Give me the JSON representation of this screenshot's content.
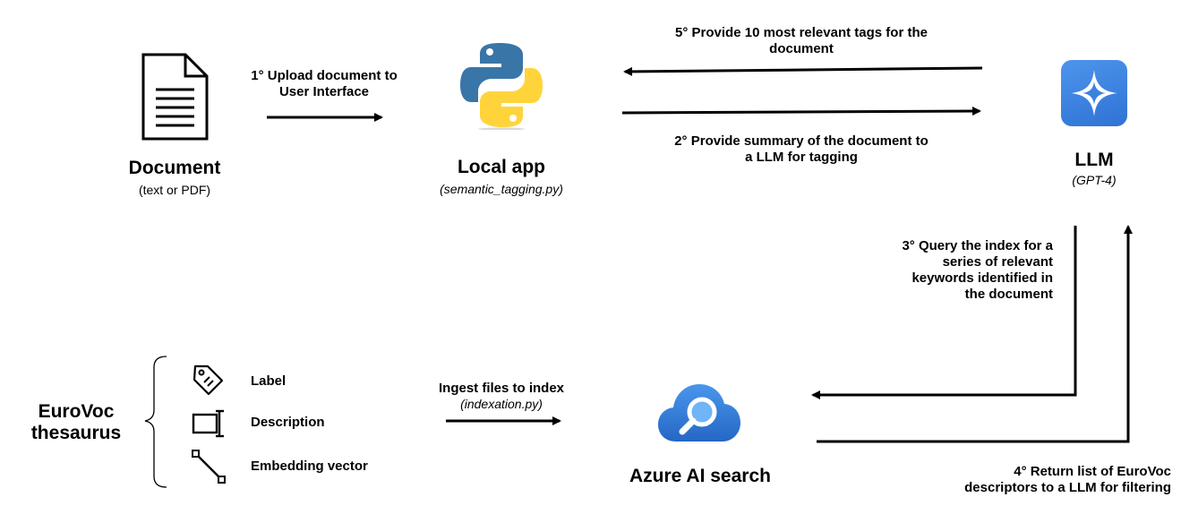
{
  "nodes": {
    "document": {
      "title": "Document",
      "subtitle": "(text or PDF)",
      "icon": "document-icon"
    },
    "local_app": {
      "title": "Local app",
      "subtitle": "(semantic_tagging.py)",
      "icon": "python-logo-icon"
    },
    "llm": {
      "title": "LLM",
      "subtitle": "(GPT-4)",
      "icon": "sparkle-icon"
    },
    "azure": {
      "title": "Azure AI search",
      "icon": "search-cloud-icon"
    },
    "eurovoc": {
      "title_line1": "EuroVoc",
      "title_line2": "thesaurus"
    }
  },
  "fields": [
    {
      "label": "Label",
      "icon": "tag-icon"
    },
    {
      "label": "Description",
      "icon": "text-field-icon"
    },
    {
      "label": "Embedding vector",
      "icon": "vector-icon"
    }
  ],
  "steps": {
    "step1_line1": "1° Upload document to",
    "step1_line2": "User Interface",
    "step2_line1": "2° Provide summary of the document to",
    "step2_line2": "a LLM for tagging",
    "step3_line1": "3° Query the index for a",
    "step3_line2": "series of relevant",
    "step3_line3": "keywords identified in",
    "step3_line4": "the document",
    "step4_line1": "4° Return list of EuroVoc",
    "step4_line2": "descriptors to a LLM for filtering",
    "step5_line1": "5° Provide 10 most relevant tags for the",
    "step5_line2": "document",
    "ingest_line1": "Ingest files to index",
    "ingest_line2": "(indexation.py)"
  },
  "colors": {
    "python_blue": "#3A75A8",
    "python_yellow": "#FFD43B",
    "llm_blue": "#3B82E0",
    "azure_blue": "#2E7BD6"
  }
}
